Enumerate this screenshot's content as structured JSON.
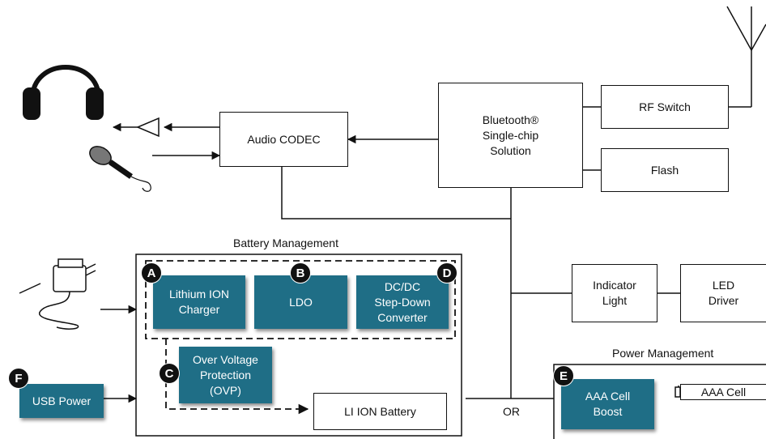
{
  "blocks": {
    "audio_codec": "Audio CODEC",
    "bluetooth": "Bluetooth®\nSingle-chip\nSolution",
    "rf_switch": "RF Switch",
    "flash": "Flash",
    "indicator_light": "Indicator\nLight",
    "led_driver": "LED\nDriver",
    "li_ion_battery": "LI ION Battery",
    "aaa_cell": "AAA Cell"
  },
  "teal_blocks": {
    "lithium_charger": "Lithium ION\nCharger",
    "ldo": "LDO",
    "dcdc": "DC/DC\nStep-Down\nConverter",
    "ovp": "Over Voltage\nProtection\n(OVP)",
    "usb_power": "USB Power",
    "aaa_boost": "AAA Cell\nBoost"
  },
  "badges": {
    "a": "A",
    "b": "B",
    "c": "C",
    "d": "D",
    "e": "E",
    "f": "F"
  },
  "labels": {
    "battery_management": "Battery Management",
    "power_management": "Power Management",
    "or": "OR"
  },
  "colors": {
    "teal": "#1f6e86",
    "line": "#111111"
  }
}
